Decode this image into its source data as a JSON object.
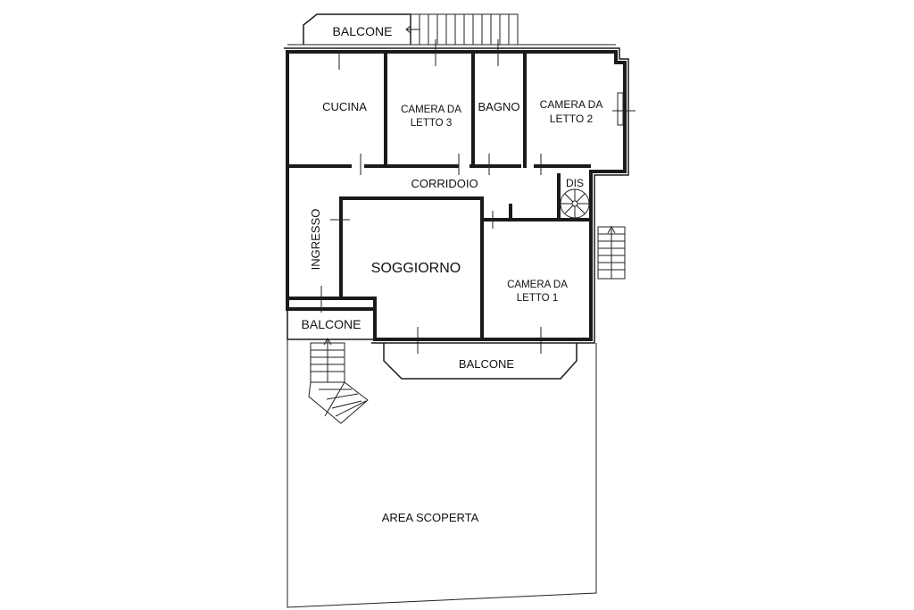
{
  "labels": {
    "balcone_top": "BALCONE",
    "cucina": "CUCINA",
    "camera3_line1": "CAMERA DA",
    "camera3_line2": "LETTO 3",
    "bagno": "BAGNO",
    "camera2_line1": "CAMERA DA",
    "camera2_line2": "LETTO 2",
    "corridoio": "CORRIDOIO",
    "dis": "DIS",
    "ingresso": "INGRESSO",
    "soggiorno": "SOGGIORNO",
    "camera1_line1": "CAMERA DA",
    "camera1_line2": "LETTO 1",
    "balcone_left": "BALCONE",
    "balcone_bottom": "BALCONE",
    "area_scoperta": "AREA SCOPERTA"
  }
}
